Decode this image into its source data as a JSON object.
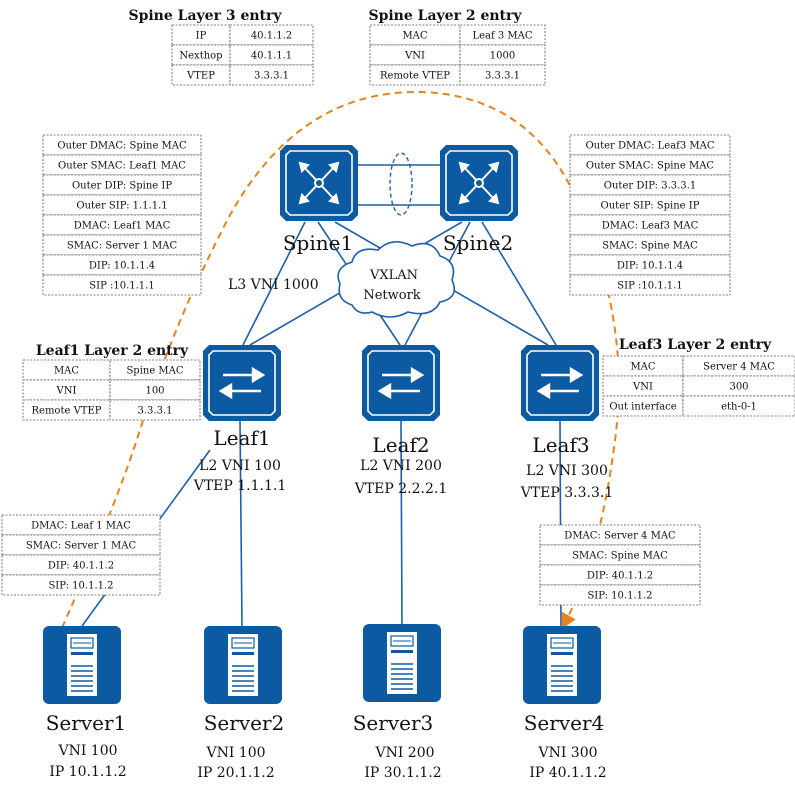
{
  "spine_l3": {
    "title": "Spine Layer 3 entry",
    "rows": [
      [
        "IP",
        "40.1.1.2"
      ],
      [
        "Nexthop",
        "40.1.1.1"
      ],
      [
        "VTEP",
        "3.3.3.1"
      ]
    ]
  },
  "spine_l2": {
    "title": "Spine Layer 2 entry",
    "rows": [
      [
        "MAC",
        "Leaf 3 MAC"
      ],
      [
        "VNI",
        "1000"
      ],
      [
        "Remote VTEP",
        "3.3.3.1"
      ]
    ]
  },
  "left_header": [
    "Outer DMAC: Spine MAC",
    "Outer SMAC: Leaf1 MAC",
    "Outer DIP: Spine IP",
    "Outer SIP: 1.1.1.1",
    "DMAC: Leaf1 MAC",
    "SMAC: Server 1 MAC",
    "DIP: 10.1.1.4",
    "SIP :10.1.1.1"
  ],
  "right_header": [
    "Outer DMAC: Leaf3 MAC",
    "Outer SMAC: Spine MAC",
    "Outer DIP: 3.3.3.1",
    "Outer SIP: Spine IP",
    "DMAC: Leaf3 MAC",
    "SMAC: Spine MAC",
    "DIP: 10.1.1.4",
    "SIP :10.1.1.1"
  ],
  "leaf1_l2": {
    "title": "Leaf1 Layer 2 entry",
    "rows": [
      [
        "MAC",
        "Spine MAC"
      ],
      [
        "VNI",
        "100"
      ],
      [
        "Remote VTEP",
        "3.3.3.1"
      ]
    ]
  },
  "leaf3_l2": {
    "title": "Leaf3 Layer 2 entry",
    "rows": [
      [
        "MAC",
        "Server 4 MAC"
      ],
      [
        "VNI",
        "300"
      ],
      [
        "Out interface",
        "eth-0-1"
      ]
    ]
  },
  "server1_frame": [
    "DMAC: Leaf 1 MAC",
    "SMAC: Server 1 MAC",
    "DIP:  40.1.1.2",
    "SIP: 10.1.1.2"
  ],
  "server4_frame": [
    "DMAC: Server 4 MAC",
    "SMAC: Spine MAC",
    "DIP:  40.1.1.2",
    "SIP: 10.1.1.2"
  ],
  "spine1": {
    "name": "Spine1"
  },
  "spine2": {
    "name": "Spine2"
  },
  "l3vni": "L3 VNI 1000",
  "cloud": {
    "line1": "VXLAN",
    "line2": "Network"
  },
  "leaf1": {
    "name": "Leaf1",
    "vni": "L2 VNI 100",
    "vtep": "VTEP 1.1.1.1"
  },
  "leaf2": {
    "name": "Leaf2",
    "vni": "L2 VNI 200",
    "vtep": "VTEP 2.2.2.1"
  },
  "leaf3": {
    "name": "Leaf3",
    "vni": "L2 VNI 300",
    "vtep": "VTEP 3.3.3.1"
  },
  "server1": {
    "name": "Server1",
    "vni": "VNI 100",
    "ip": "IP 10.1.1.2"
  },
  "server2": {
    "name": "Server2",
    "vni": "VNI 100",
    "ip": "IP 20.1.1.2"
  },
  "server3": {
    "name": "Server3",
    "vni": "VNI 200",
    "ip": "IP 30.1.1.2"
  },
  "server4": {
    "name": "Server4",
    "vni": "VNI 300",
    "ip": "IP 40.1.1.2"
  },
  "colors": {
    "device": "#0b5aa2",
    "link": "#1f5fa8",
    "path": "#e8821e",
    "border": "#555555"
  }
}
